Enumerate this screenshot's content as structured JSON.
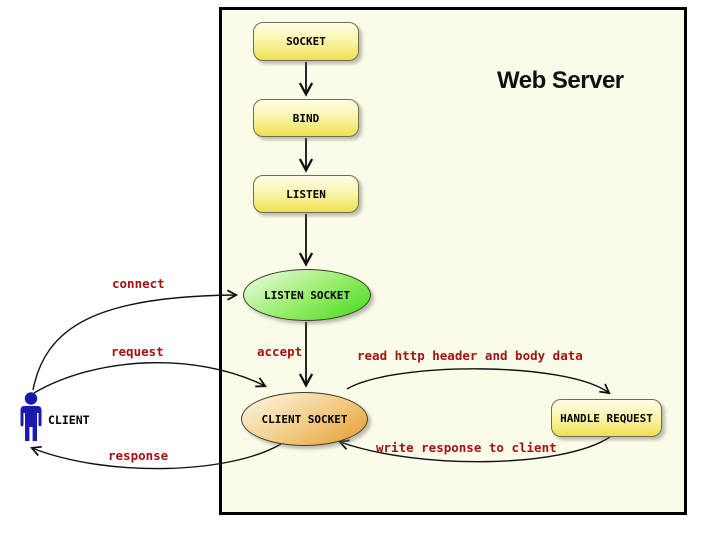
{
  "diagram": {
    "title": "Web Server",
    "nodes": {
      "socket": "SOCKET",
      "bind": "BIND",
      "listen": "LISTEN",
      "listen_socket": "LISTEN SOCKET",
      "client_socket": "CLIENT SOCKET",
      "handle_request": "HANDLE REQUEST"
    },
    "actor": {
      "label": "CLIENT"
    },
    "edges": {
      "connect": "connect",
      "request": "request",
      "response": "response",
      "accept": "accept",
      "read": "read http header and body data",
      "write": "write response to client"
    },
    "colors": {
      "label_red": "#a31212",
      "server_bg": "#fbfbe9",
      "box_yellow": "#efdf52",
      "ellipse_green": "#3eda1b",
      "ellipse_orange": "#e5992b",
      "client_blue": "#1a1aad",
      "arrow_black": "#111111"
    }
  }
}
